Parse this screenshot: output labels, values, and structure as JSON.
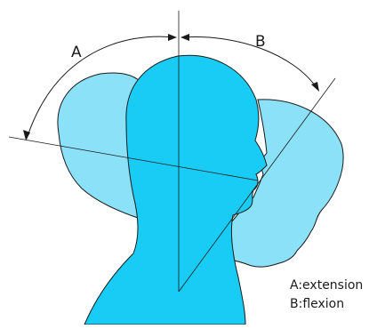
{
  "diagram": {
    "labels": {
      "arc_a": "A",
      "arc_b": "B"
    },
    "legend": {
      "line_a": "A:extension",
      "line_b": "B:flexion"
    }
  },
  "colors": {
    "head_main": "#19CCF5",
    "head_ghost": "#8BE1F7",
    "outline": "#1a1a1a",
    "background": "#FFFFFF"
  }
}
